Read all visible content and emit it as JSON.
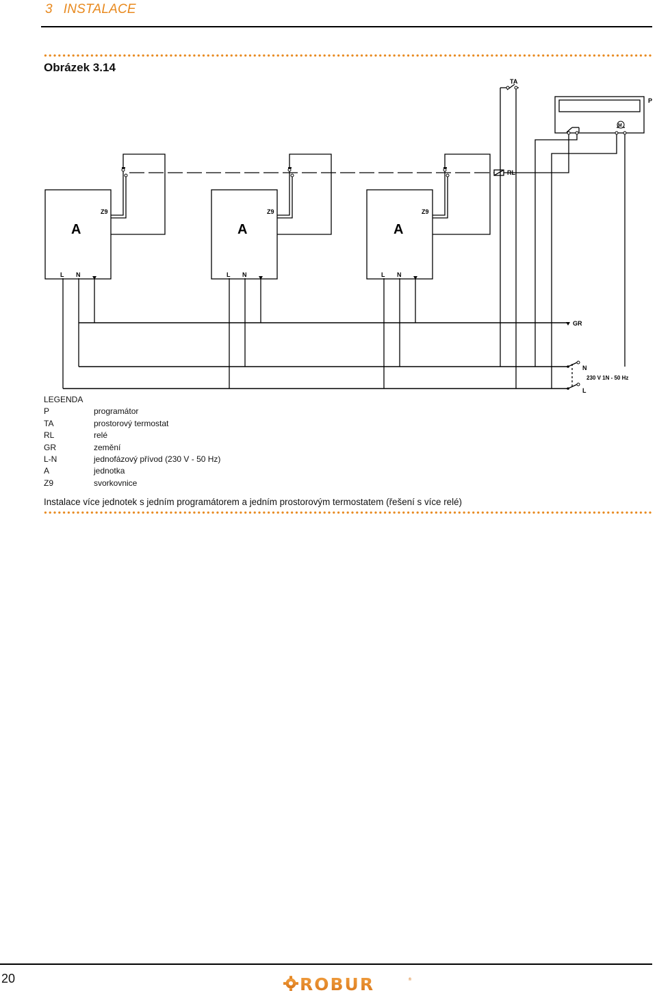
{
  "header": {
    "chapter_number": "3",
    "chapter_title": "INSTALACE"
  },
  "figure": {
    "title": "Obrázek 3.14"
  },
  "diagram": {
    "unit_label": "A",
    "terminal_label": "Z9",
    "terminal_L": "L",
    "terminal_N": "N",
    "thermostat_label": "TA",
    "programmer_label": "P",
    "relay_label": "RL",
    "motor_label": "M",
    "ground_label": "GR",
    "supply_N": "N",
    "supply_L": "L",
    "supply_spec": "230 V 1N - 50 Hz"
  },
  "legend": {
    "title": "LEGENDA",
    "items": [
      {
        "key": "P",
        "value": "programátor"
      },
      {
        "key": "TA",
        "value": "prostorový termostat"
      },
      {
        "key": "RL",
        "value": "relé"
      },
      {
        "key": "GR",
        "value": "zemění"
      },
      {
        "key": "L-N",
        "value": "jednofázový přívod (230 V - 50 Hz)"
      },
      {
        "key": "A",
        "value": "jednotka"
      },
      {
        "key": "Z9",
        "value": "svorkovnice"
      }
    ]
  },
  "caption": "Instalace více jednotek s jedním programátorem a jedním prostorovým termostatem (řešení s více relé)",
  "footer": {
    "page_number": "20",
    "brand": "ROBUR"
  },
  "colors": {
    "accent": "#e8891e",
    "line": "#000000"
  }
}
